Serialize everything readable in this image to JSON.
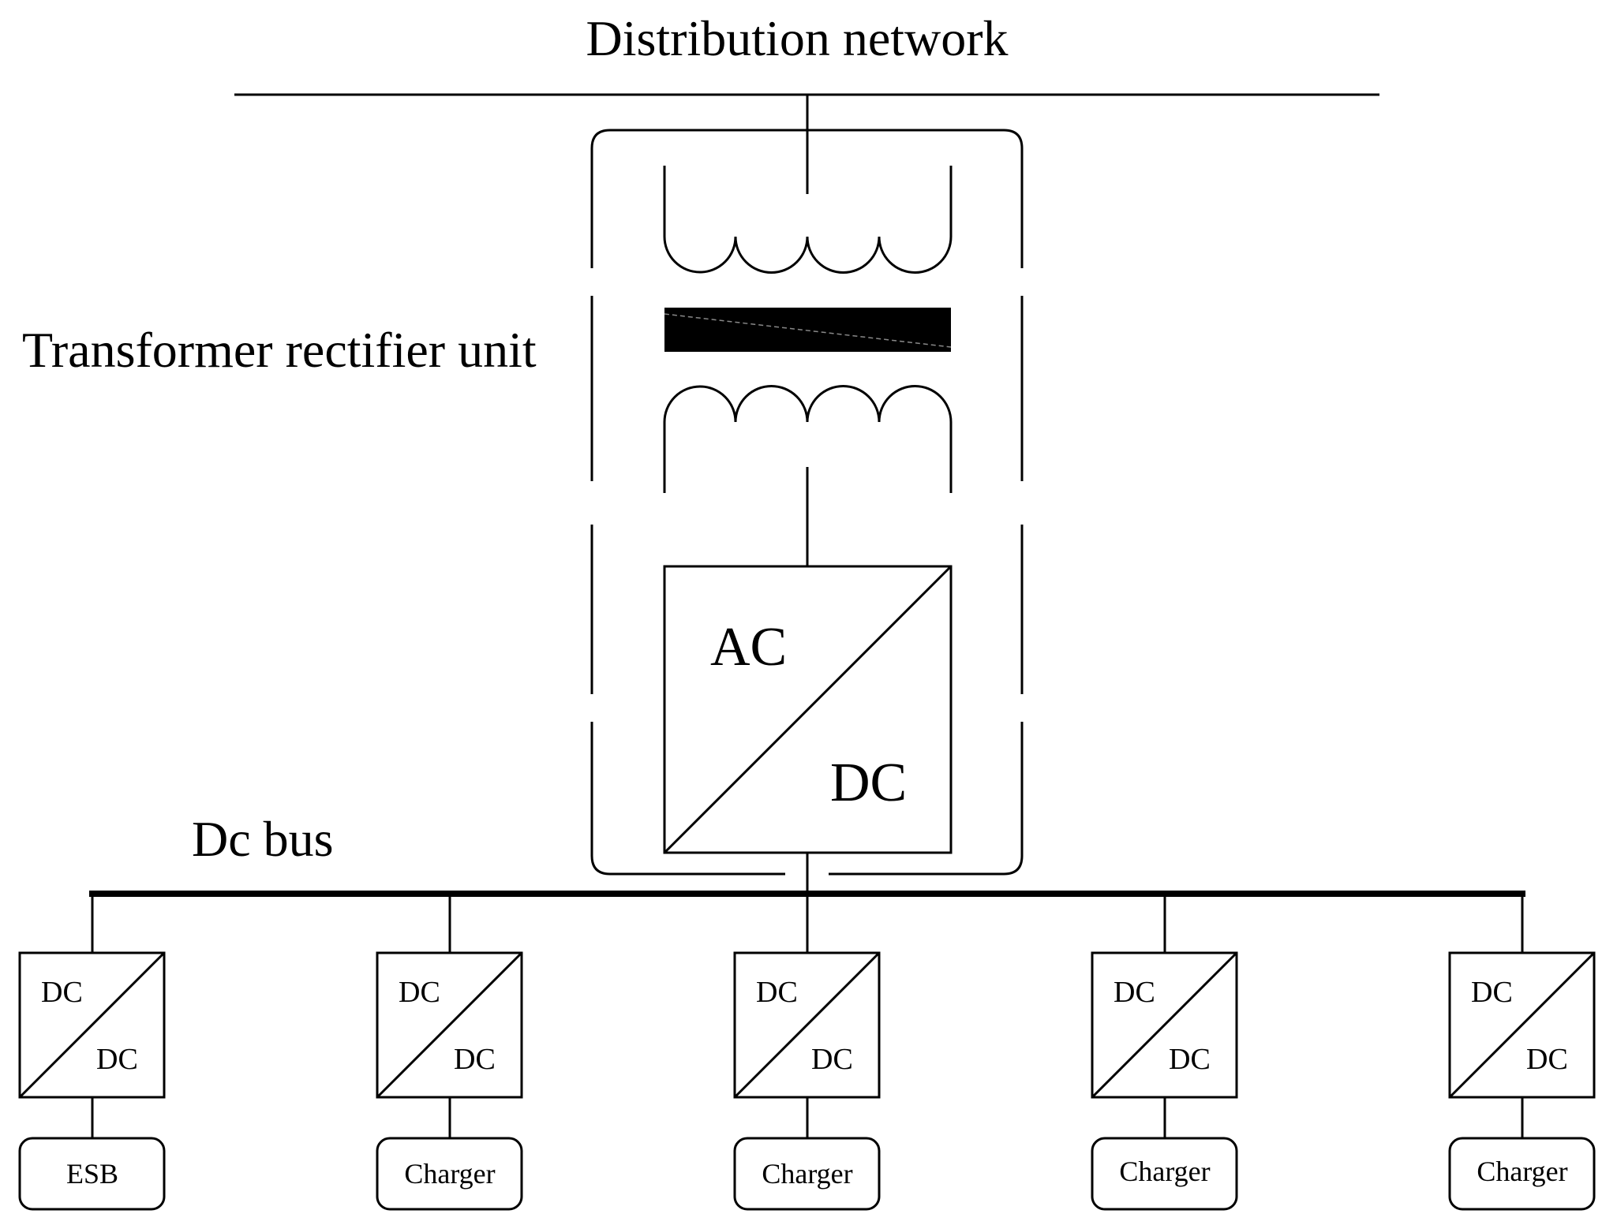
{
  "labels": {
    "distribution_network": "Distribution network",
    "transformer_rectifier_unit": "Transformer rectifier unit",
    "dc_bus": "Dc bus"
  },
  "main_converter": {
    "top": "AC",
    "bottom": "DC"
  },
  "branches": [
    {
      "converter_top": "DC",
      "converter_bottom": "DC",
      "load": "ESB"
    },
    {
      "converter_top": "DC",
      "converter_bottom": "DC",
      "load": "Charger"
    },
    {
      "converter_top": "DC",
      "converter_bottom": "DC",
      "load": "Charger"
    },
    {
      "converter_top": "DC",
      "converter_bottom": "DC",
      "load": "Charger"
    },
    {
      "converter_top": "DC",
      "converter_bottom": "DC",
      "load": "Charger"
    }
  ]
}
